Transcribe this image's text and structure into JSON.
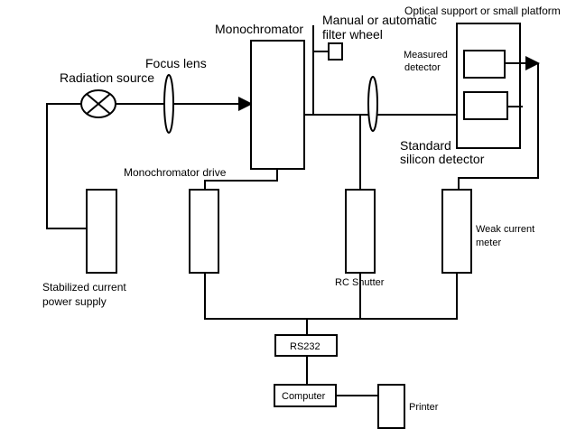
{
  "labels": {
    "optical_support": "Optical support or small platform",
    "manual_filter_line1": "Manual or automatic",
    "manual_filter_line2": "filter wheel",
    "monochromator": "Monochromator",
    "focus_lens": "Focus lens",
    "radiation_source": "Radiation source",
    "measured_detector_line1": "Measured",
    "measured_detector_line2": "detector",
    "standard_line1": "Standard",
    "standard_line2": "silicon detector",
    "monochromator_drive": "Monochromator drive",
    "stabilized_line1": "Stabilized current",
    "stabilized_line2": "power supply",
    "rc_shutter": "RC Shutter",
    "weak_current_line1": "Weak current",
    "weak_current_line2": "meter",
    "rs232": "RS232",
    "computer": "Computer",
    "printer": "Printer"
  }
}
